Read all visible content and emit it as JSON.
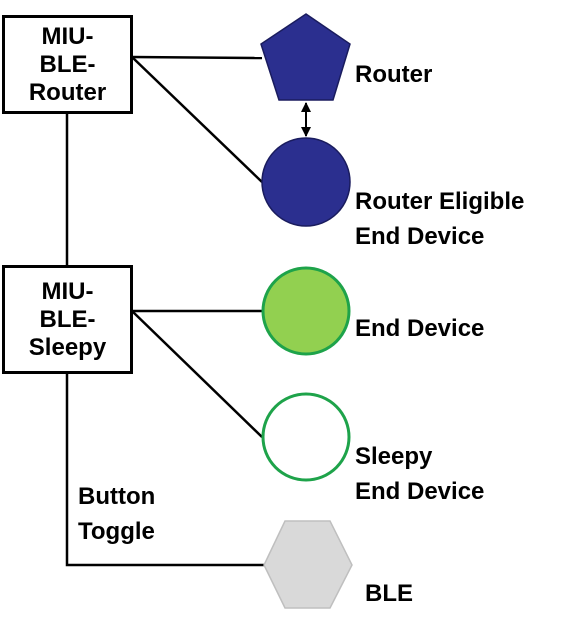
{
  "boxes": {
    "router_box": {
      "lines": [
        "MIU-",
        "BLE-",
        "Router"
      ]
    },
    "sleepy_box": {
      "lines": [
        "MIU-",
        "BLE-",
        "Sleepy"
      ]
    }
  },
  "nodes": {
    "router": {
      "label": [
        "Router"
      ],
      "shape": "pentagon",
      "fill": "#2b2f8f"
    },
    "reed": {
      "label": [
        "Router Eligible",
        "End Device"
      ],
      "shape": "circle",
      "fill": "#2b2f8f"
    },
    "end_device": {
      "label": [
        "End Device"
      ],
      "shape": "circle",
      "fill": "#92d050",
      "stroke": "#1ea34a"
    },
    "sleepy": {
      "label": [
        "Sleepy",
        "End Device"
      ],
      "shape": "circle",
      "fill": "#ffffff",
      "stroke": "#1ea34a"
    },
    "ble": {
      "label": [
        "BLE"
      ],
      "shape": "hexagon",
      "fill": "#d9d9d9",
      "stroke": "#bfbfbf"
    }
  },
  "connector_label": {
    "lines": [
      "Button",
      "Toggle"
    ]
  }
}
